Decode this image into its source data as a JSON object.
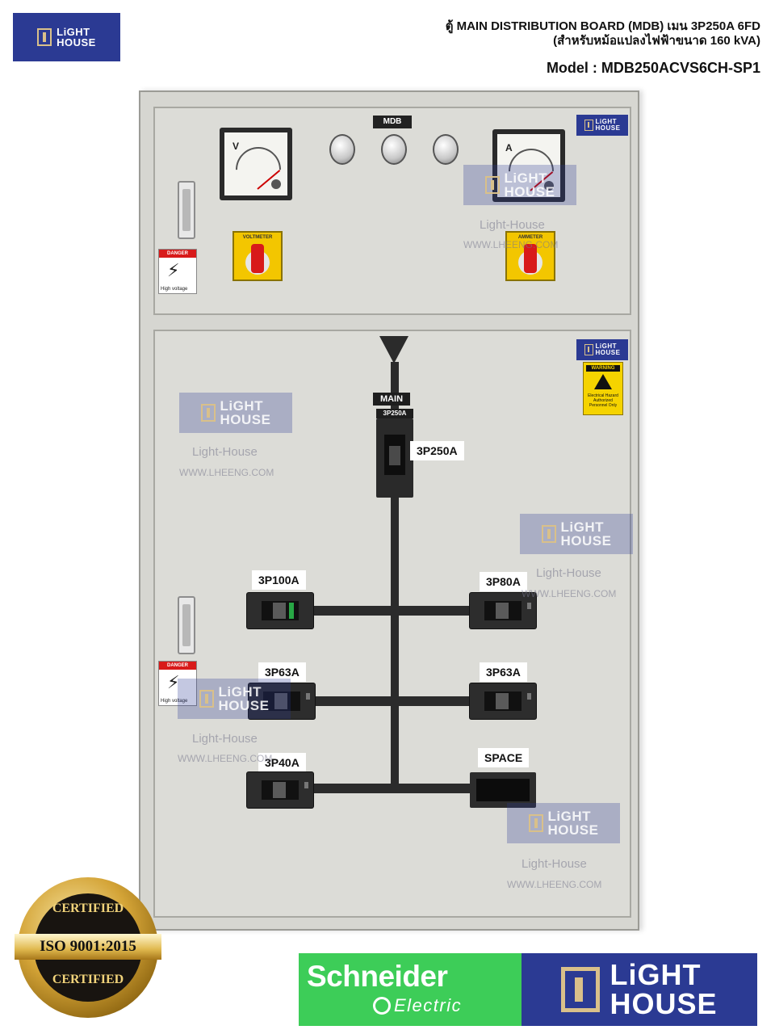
{
  "header": {
    "line1": "ตู้ MAIN DISTRIBUTION BOARD (MDB) เมน 3P250A 6FD",
    "line2": "(สำหรับหม้อแปลงไฟฟ้าขนาด 160 kVA)",
    "model": "Model : MDB250ACVS6CH-SP1"
  },
  "brand": {
    "name_top": "LiGHT",
    "name_bottom": "HOUSE"
  },
  "top_panel": {
    "tag": "MDB",
    "voltmeter": {
      "letter": "V",
      "label": "VOLTMETER"
    },
    "ammeter": {
      "letter": "A",
      "label": "AMMETER"
    },
    "pilot_lamps": 3
  },
  "danger_label": {
    "title": "DANGER",
    "text": "High voltage"
  },
  "warning_label": {
    "title": "WARNING",
    "text": "Electrical Hazard Authorized Personnel Only"
  },
  "watermark": {
    "name": "Light-House",
    "url": "WWW.LHEENG.COM"
  },
  "main_breaker": {
    "tag": "MAIN",
    "sub_tag": "3P250A",
    "label": "3P250A"
  },
  "branches": [
    {
      "label": "3P100A"
    },
    {
      "label": "3P80A"
    },
    {
      "label": "3P63A"
    },
    {
      "label": "3P63A"
    },
    {
      "label": "3P40A"
    },
    {
      "label": "SPACE"
    }
  ],
  "iso_badge": {
    "top": "CERTIFIED",
    "center": "ISO 9001:2015",
    "bottom": "CERTIFIED"
  },
  "footer": {
    "schneider_top": "Schneider",
    "schneider_bottom": "Electric"
  },
  "colors": {
    "lighthouse_blue": "#2b3a93",
    "schneider_green": "#3dcd58",
    "selector_yellow": "#f3c600"
  }
}
